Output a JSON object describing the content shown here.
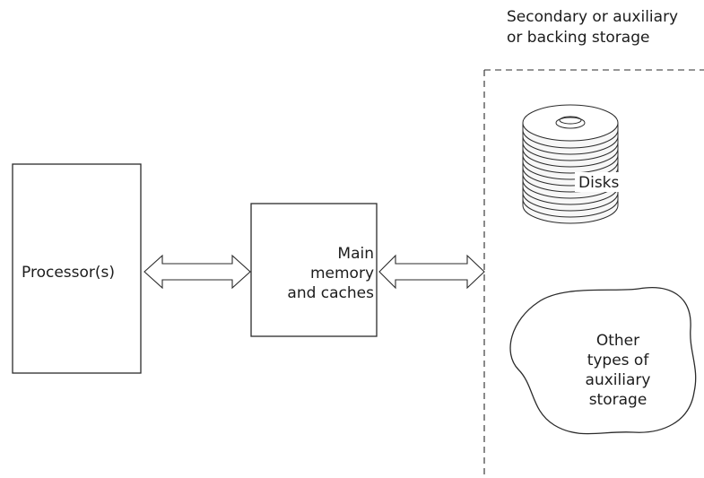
{
  "diagram": {
    "storage_heading": "Secondary or auxiliary\nor backing storage",
    "processor_label": "Processor(s)",
    "memory_label": "Main\nmemory\nand caches",
    "disks_label": "Disks",
    "other_storage_label": "Other\ntypes of\nauxiliary\nstorage"
  },
  "colors": {
    "line": "#2b2b2b",
    "disk_fill": "#f7f7f7",
    "background": "#ffffff"
  }
}
